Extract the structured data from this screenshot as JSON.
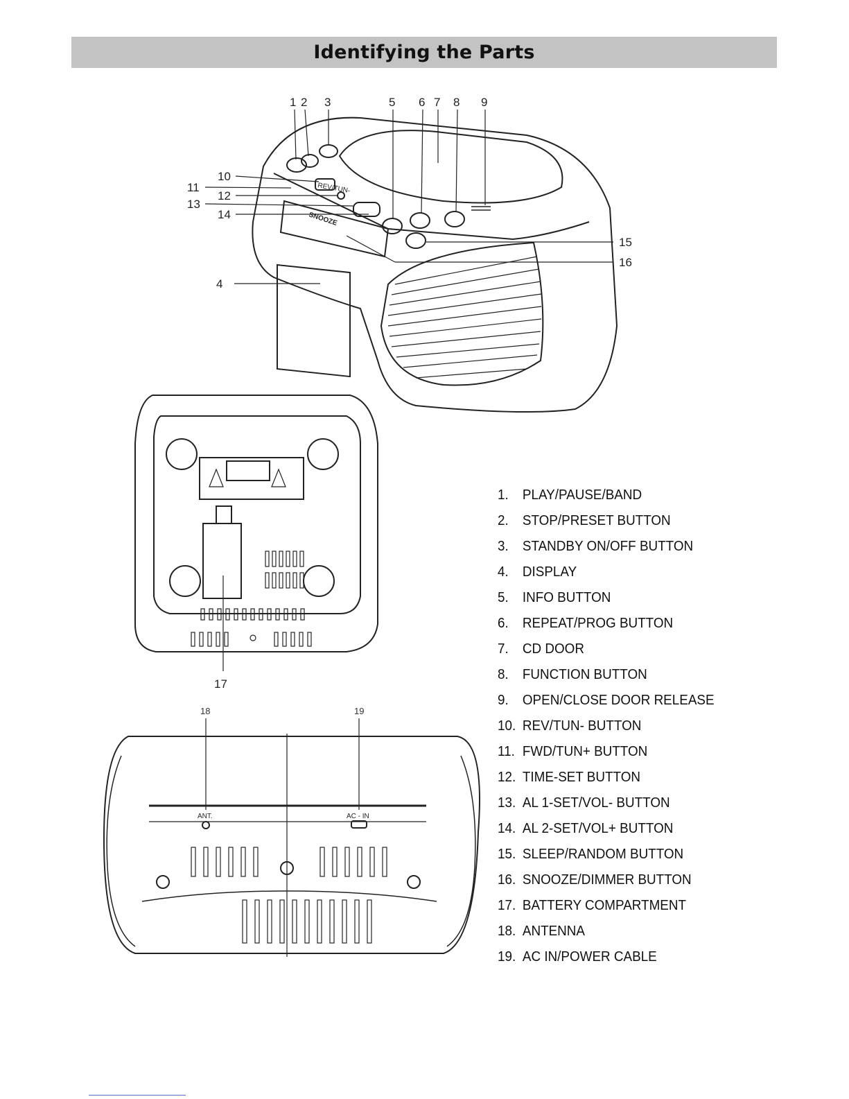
{
  "page": {
    "title": "Identifying the Parts"
  },
  "top_view": {
    "callouts": [
      "1",
      "2",
      "3",
      "5",
      "6",
      "7",
      "8",
      "9",
      "10",
      "11",
      "12",
      "13",
      "14",
      "4",
      "15",
      "16"
    ],
    "device_text": [
      "SNOOZE",
      "REV/TUN-"
    ]
  },
  "bottom_view": {
    "callouts": [
      "17"
    ]
  },
  "back_view": {
    "callouts": [
      "18",
      "19"
    ],
    "port_labels": [
      "ANT.",
      "AC - IN"
    ]
  },
  "parts": [
    {
      "num": "1.",
      "label": "PLAY/PAUSE/BAND"
    },
    {
      "num": "2.",
      "label": "STOP/PRESET BUTTON"
    },
    {
      "num": "3.",
      "label": "STANDBY ON/OFF BUTTON"
    },
    {
      "num": "4.",
      "label": "DISPLAY"
    },
    {
      "num": "5.",
      "label": "INFO BUTTON"
    },
    {
      "num": "6.",
      "label": "REPEAT/PROG BUTTON"
    },
    {
      "num": "7.",
      "label": "CD DOOR"
    },
    {
      "num": "8.",
      "label": "FUNCTION BUTTON"
    },
    {
      "num": "9.",
      "label": "OPEN/CLOSE DOOR RELEASE"
    },
    {
      "num": "10.",
      "label": "REV/TUN- BUTTON"
    },
    {
      "num": "11.",
      "label": "FWD/TUN+ BUTTON"
    },
    {
      "num": "12.",
      "label": "TIME-SET BUTTON"
    },
    {
      "num": "13.",
      "label": "AL 1-SET/VOL- BUTTON"
    },
    {
      "num": "14.",
      "label": "AL 2-SET/VOL+ BUTTON"
    },
    {
      "num": "15.",
      "label": "SLEEP/RANDOM BUTTON"
    },
    {
      "num": "16.",
      "label": "SNOOZE/DIMMER BUTTON"
    },
    {
      "num": "17.",
      "label": "BATTERY COMPARTMENT"
    },
    {
      "num": "18.",
      "label": "ANTENNA"
    },
    {
      "num": "19.",
      "label": "AC IN/POWER CABLE"
    }
  ]
}
